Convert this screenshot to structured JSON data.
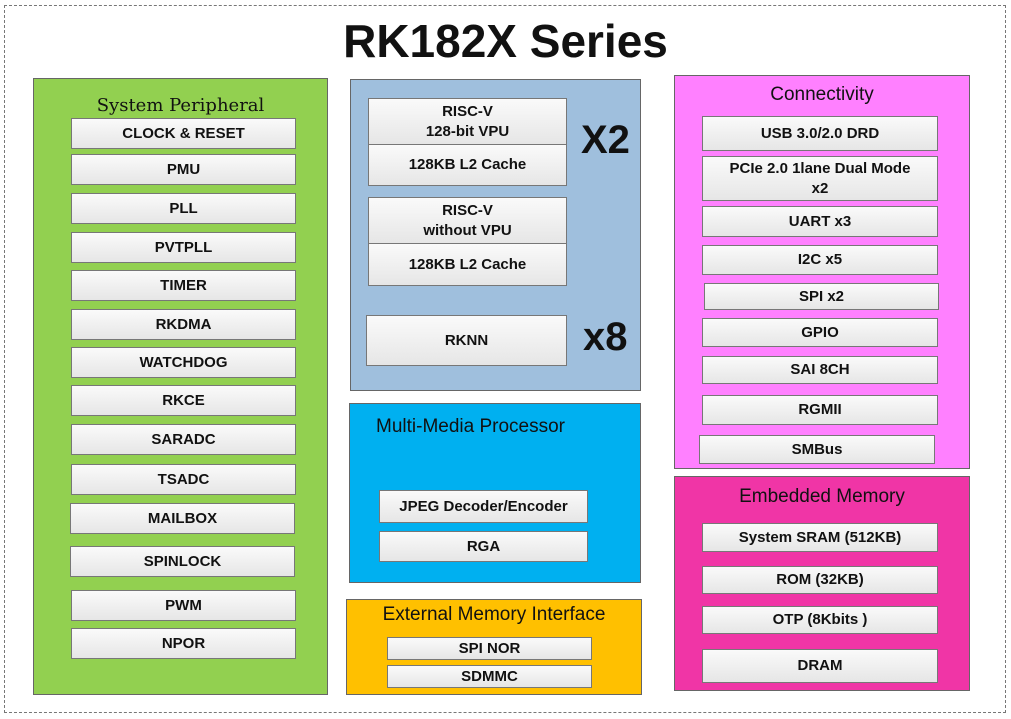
{
  "title": "RK182X Series",
  "system_peripheral": {
    "title": "System Peripheral",
    "items": [
      "CLOCK & RESET",
      "PMU",
      "PLL",
      "PVTPLL",
      "TIMER",
      "RKDMA",
      "WATCHDOG",
      "RKCE",
      "SARADC",
      "TSADC",
      "MAILBOX",
      "SPINLOCK",
      "PWM",
      "NPOR"
    ]
  },
  "cpu": {
    "core1": "RISC-V\n128-bit VPU",
    "cache1": "128KB L2 Cache",
    "core2": "RISC-V\nwithout VPU",
    "cache2": "128KB L2 Cache",
    "rknn": "RKNN",
    "mult_cpu": "X2",
    "mult_npu": "x8"
  },
  "multimedia": {
    "title": "Multi-Media Processor",
    "items": [
      "JPEG Decoder/Encoder",
      "RGA"
    ]
  },
  "external_memory": {
    "title": "External Memory Interface",
    "items": [
      "SPI NOR",
      "SDMMC"
    ]
  },
  "connectivity": {
    "title": "Connectivity",
    "items": [
      "USB 3.0/2.0 DRD",
      "PCIe 2.0 1lane Dual  Mode\nx2",
      "UART x3",
      "I2C x5",
      "SPI x2",
      "GPIO",
      "SAI 8CH",
      "RGMII",
      "SMBus"
    ]
  },
  "embedded_memory": {
    "title": "Embedded Memory",
    "items": [
      "System SRAM (512KB)",
      "ROM (32KB)",
      "OTP (8Kbits )",
      "DRAM"
    ]
  },
  "colors": {
    "peripheral": "#92d050",
    "cpu": "#9fbfdd",
    "multimedia": "#00b0f0",
    "external": "#ffc000",
    "connectivity": "#ff80ff",
    "embedded": "#f035a6"
  }
}
